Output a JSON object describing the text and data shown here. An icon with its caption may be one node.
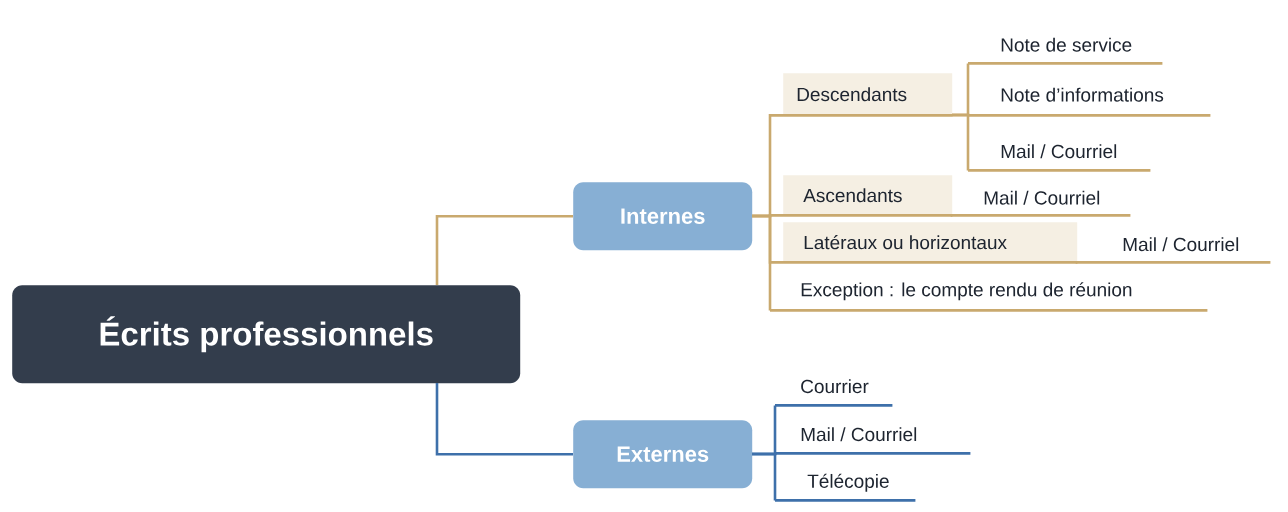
{
  "diagram": {
    "nodes": [
      {
        "text": [
          "Écrits professionnels"
        ]
      },
      {
        "text": [
          "Internes"
        ]
      },
      {
        "text": [
          "Descendants"
        ]
      },
      {
        "text": [
          "Note de service"
        ]
      },
      {
        "text": [
          "Note d’informations"
        ]
      },
      {
        "text": [
          "Mail / Courriel"
        ]
      },
      {
        "text": [
          "Ascendants"
        ]
      },
      {
        "text": [
          "Mail / Courriel"
        ]
      },
      {
        "text": [
          "Latéraux ou horizontaux"
        ]
      },
      {
        "text": [
          "Mail / Courriel"
        ]
      },
      {
        "text": [
          "Exception : le compte rendu de réunion"
        ]
      },
      {
        "text": [
          "Externes"
        ]
      },
      {
        "text": [
          "Courrier"
        ]
      },
      {
        "text": [
          "Mail / Courriel"
        ]
      },
      {
        "text": [
          "Télécopie"
        ]
      }
    ],
    "edges": [
      {
        "from": 0,
        "to": 1,
        "arrow": "none"
      },
      {
        "from": 1,
        "to": 2,
        "arrow": "none"
      },
      {
        "from": 2,
        "to": 3,
        "arrow": "none"
      },
      {
        "from": 2,
        "to": 4,
        "arrow": "none"
      },
      {
        "from": 2,
        "to": 5,
        "arrow": "none"
      },
      {
        "from": 1,
        "to": 6,
        "arrow": "none"
      },
      {
        "from": 6,
        "to": 7,
        "arrow": "none"
      },
      {
        "from": 1,
        "to": 8,
        "arrow": "none"
      },
      {
        "from": 8,
        "to": 9,
        "arrow": "none"
      },
      {
        "from": 1,
        "to": 10,
        "arrow": "none"
      },
      {
        "from": 0,
        "to": 11,
        "arrow": "none",
        "color": "#3e70aa"
      },
      {
        "from": 11,
        "to": 12,
        "arrow": "none",
        "color": "#3e70aa"
      },
      {
        "from": 11,
        "to": 13,
        "arrow": "none",
        "color": "#3e70aa"
      },
      {
        "from": 11,
        "to": 14,
        "arrow": "none",
        "color": "#3e70aa"
      }
    ]
  }
}
